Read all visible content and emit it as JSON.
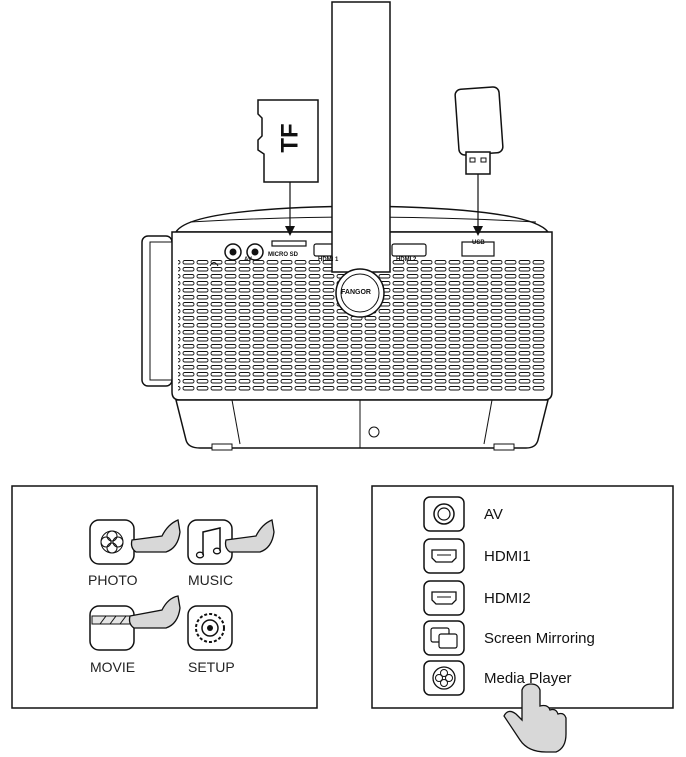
{
  "device": {
    "brand": "FANGOR",
    "card_label": "TF",
    "ports": {
      "av": "AV",
      "micro_sd": "MICRO SD",
      "hdmi1": "HDMI 1",
      "hdmi2": "HDMI 2",
      "usb": "USB"
    }
  },
  "home_menu": {
    "items": [
      {
        "label": "PHOTO",
        "icon": "flower-icon",
        "selected": true
      },
      {
        "label": "MUSIC",
        "icon": "music-note-icon",
        "selected": false
      },
      {
        "label": "MOVIE",
        "icon": "film-clapper-icon",
        "selected": false
      },
      {
        "label": "SETUP",
        "icon": "gear-icon",
        "selected": false
      }
    ]
  },
  "source_menu": {
    "items": [
      {
        "label": "AV",
        "icon": "av-circle-icon"
      },
      {
        "label": "HDMI1",
        "icon": "hdmi-icon"
      },
      {
        "label": "HDMI2",
        "icon": "hdmi-icon"
      },
      {
        "label": "Screen Mirroring",
        "icon": "mirroring-icon"
      },
      {
        "label": "Media Player",
        "icon": "media-player-icon",
        "selected": true
      }
    ]
  },
  "colors": {
    "line": "#111111",
    "hand_fill": "#d8d8d8",
    "panel_bg": "#ffffff"
  }
}
